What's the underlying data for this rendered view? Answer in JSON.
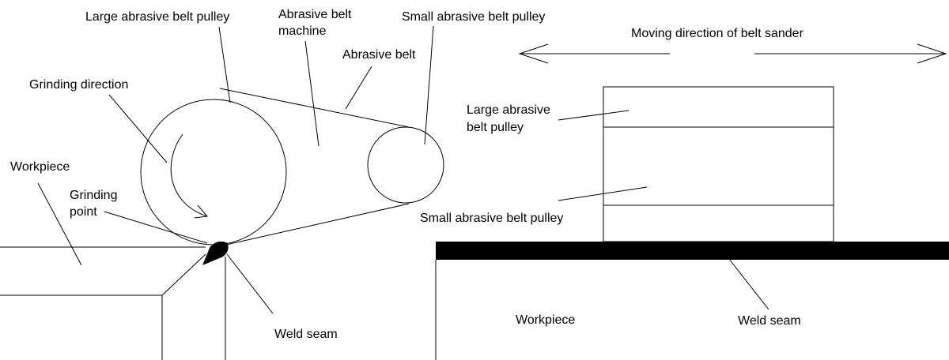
{
  "labels": {
    "large_pulley_top": "Large abrasive belt pulley",
    "machine_line1": "Abrasive belt",
    "machine_line2": "machine",
    "small_pulley_top": "Small abrasive belt pulley",
    "belt": "Abrasive belt",
    "grinding_direction": "Grinding direction",
    "workpiece_left": "Workpiece",
    "grinding_point_line1": "Grinding",
    "grinding_point_line2": "point",
    "weld_seam_left": "Weld seam",
    "moving_direction": "Moving direction of belt sander",
    "large_pulley_right_line1": "Large abrasive",
    "large_pulley_right_line2": "belt pulley",
    "small_pulley_right": "Small abrasive belt pulley",
    "workpiece_right": "Workpiece",
    "weld_seam_right": "Weld seam"
  },
  "colors": {
    "line": "#000000",
    "background": "#ffffff"
  }
}
